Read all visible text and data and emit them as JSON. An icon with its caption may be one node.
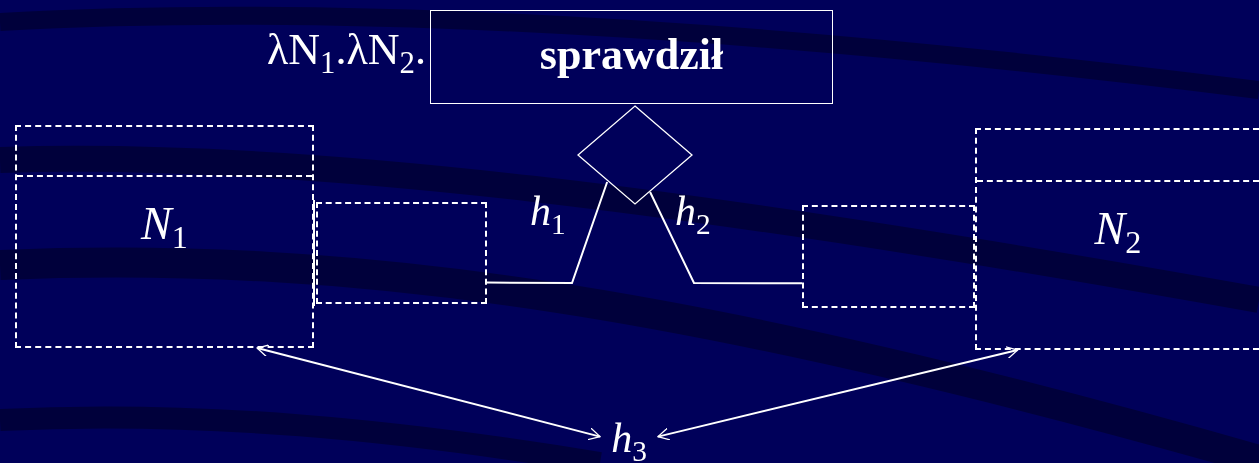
{
  "diagram": {
    "nodes": [
      {
        "text": [
          "sprawdził"
        ],
        "beside": [
          "λN$_{1}$.λN$_{2}$."
        ]
      },
      {
        "text": [],
        "shape": "diamond"
      },
      {
        "text": [
          "*N*$_{1}$"
        ]
      },
      {
        "text": [],
        "shape": "box"
      },
      {
        "text": [],
        "shape": "box"
      },
      {
        "text": [
          "*N*$_{2}$"
        ]
      },
      {
        "text": [
          "*h*$_{3}$"
        ]
      }
    ],
    "edges": [
      {
        "from": 1,
        "to": 3,
        "arrow": "none",
        "label": "*h*$_{1}$"
      },
      {
        "from": 1,
        "to": 4,
        "arrow": "none",
        "label": "*h*$_{2}$"
      },
      {
        "from": 6,
        "to": 2,
        "arrow": "both"
      },
      {
        "from": 6,
        "to": 5,
        "arrow": "both"
      }
    ]
  }
}
